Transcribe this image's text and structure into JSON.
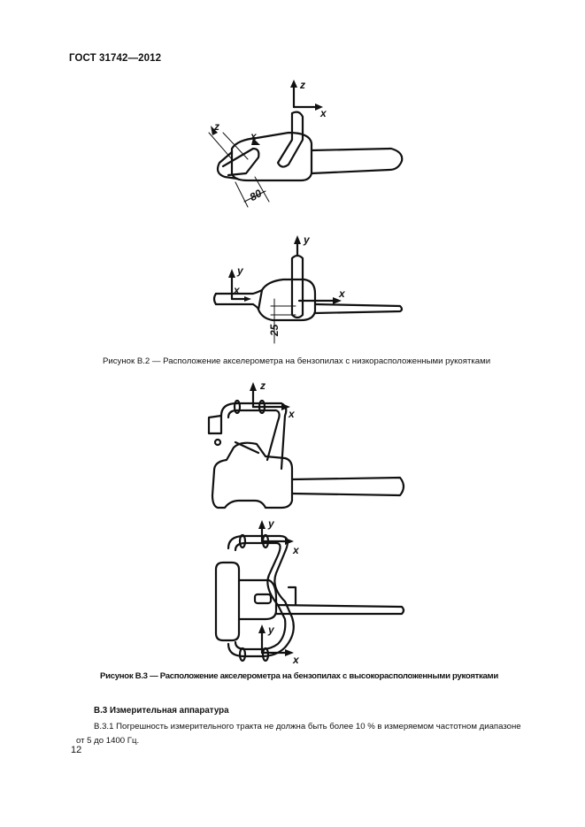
{
  "header": {
    "standard": "ГОСТ 31742—2012"
  },
  "figure_b2": {
    "caption": "Рисунок В.2 — Расположение акселерометра на бензопилах с низкорасположенными рукоятками",
    "dim_top": "80",
    "dim_side": "25",
    "axis_z": "z",
    "axis_x": "x",
    "axis_y": "y"
  },
  "figure_b3": {
    "caption": "Рисунок В.3 — Расположение акселерометра на бензопилах с высокорасположенными рукоятками",
    "axis_z": "z",
    "axis_x": "x",
    "axis_y": "y"
  },
  "section": {
    "title": "В.3 Измерительная аппаратура",
    "paragraph": "В.3.1 Погрешность измерительного тракта не должна быть более 10 % в измеряемом частотном диапазоне от 5 до 1400 Гц."
  },
  "page_number": "12"
}
